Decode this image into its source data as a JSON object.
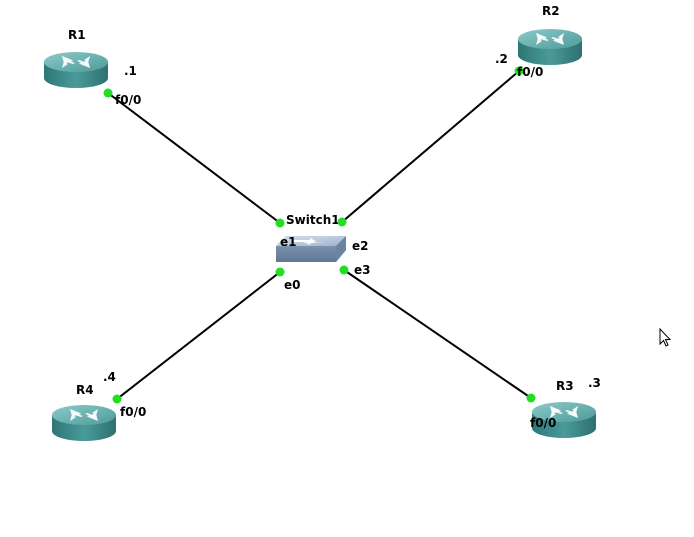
{
  "topology": {
    "devices": [
      {
        "id": "R1",
        "type": "router",
        "label": "R1",
        "ip_suffix": ".1",
        "interface": "f0/0"
      },
      {
        "id": "R2",
        "type": "router",
        "label": "R2",
        "ip_suffix": ".2",
        "interface": "f0/0"
      },
      {
        "id": "R3",
        "type": "router",
        "label": "R3",
        "ip_suffix": ".3",
        "interface": "f0/0"
      },
      {
        "id": "R4",
        "type": "router",
        "label": "R4",
        "ip_suffix": ".4",
        "interface": "f0/0"
      },
      {
        "id": "Switch1",
        "type": "switch",
        "label": "Switch1"
      }
    ],
    "links": [
      {
        "from": "R1",
        "from_if": "f0/0",
        "to": "Switch1",
        "to_if": "e1",
        "status": "up"
      },
      {
        "from": "R2",
        "from_if": "f0/0",
        "to": "Switch1",
        "to_if": "e2",
        "status": "up"
      },
      {
        "from": "R3",
        "from_if": "f0/0",
        "to": "Switch1",
        "to_if": "e3",
        "status": "up"
      },
      {
        "from": "R4",
        "from_if": "f0/0",
        "to": "Switch1",
        "to_if": "e0",
        "status": "up"
      }
    ],
    "switch_ports": {
      "e0": "e0",
      "e1": "e1",
      "e2": "e2",
      "e3": "e3"
    },
    "colors": {
      "link_up": "#22dd22",
      "router_body": "#3f8a8a",
      "router_top": "#5fa8a8",
      "switch_body": "#7f9ab8",
      "switch_top": "#b8c8da"
    }
  },
  "cursor": {
    "icon": "mouse-pointer-icon"
  }
}
